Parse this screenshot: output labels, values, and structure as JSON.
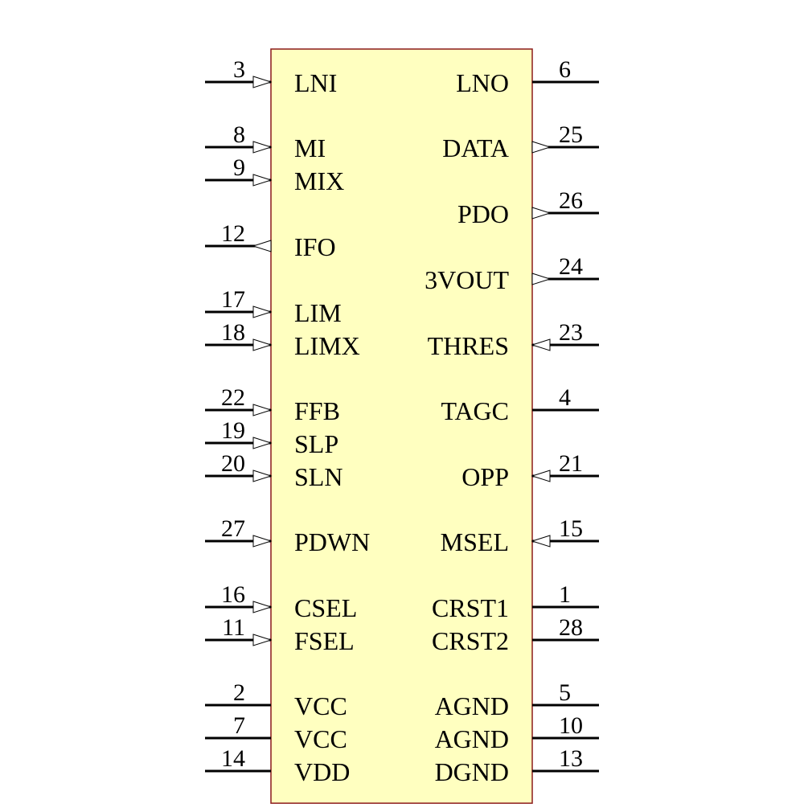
{
  "colors": {
    "body_fill": "#ffffc0",
    "body_stroke": "#8b1a1a",
    "line": "#000000"
  },
  "left_pins": [
    {
      "num": "3",
      "name": "LNI",
      "dir": "in"
    },
    {
      "num": "8",
      "name": "MI",
      "dir": "in"
    },
    {
      "num": "9",
      "name": "MIX",
      "dir": "in"
    },
    {
      "num": "12",
      "name": "IFO",
      "dir": "out"
    },
    {
      "num": "17",
      "name": "LIM",
      "dir": "in"
    },
    {
      "num": "18",
      "name": "LIMX",
      "dir": "in"
    },
    {
      "num": "22",
      "name": "FFB",
      "dir": "in"
    },
    {
      "num": "19",
      "name": "SLP",
      "dir": "in"
    },
    {
      "num": "20",
      "name": "SLN",
      "dir": "in"
    },
    {
      "num": "27",
      "name": "PDWN",
      "dir": "in"
    },
    {
      "num": "16",
      "name": "CSEL",
      "dir": "in"
    },
    {
      "num": "11",
      "name": "FSEL",
      "dir": "in"
    },
    {
      "num": "2",
      "name": "VCC",
      "dir": "none"
    },
    {
      "num": "7",
      "name": "VCC",
      "dir": "none"
    },
    {
      "num": "14",
      "name": "VDD",
      "dir": "none"
    }
  ],
  "right_pins": [
    {
      "num": "6",
      "name": "LNO",
      "dir": "none"
    },
    {
      "num": "25",
      "name": "DATA",
      "dir": "out"
    },
    {
      "num": "26",
      "name": "PDO",
      "dir": "out"
    },
    {
      "num": "24",
      "name": "3VOUT",
      "dir": "out"
    },
    {
      "num": "23",
      "name": "THRES",
      "dir": "in"
    },
    {
      "num": "4",
      "name": "TAGC",
      "dir": "none"
    },
    {
      "num": "21",
      "name": "OPP",
      "dir": "in"
    },
    {
      "num": "15",
      "name": "MSEL",
      "dir": "in"
    },
    {
      "num": "1",
      "name": "CRST1",
      "dir": "none"
    },
    {
      "num": "28",
      "name": "CRST2",
      "dir": "none"
    },
    {
      "num": "5",
      "name": "AGND",
      "dir": "none"
    },
    {
      "num": "10",
      "name": "AGND",
      "dir": "none"
    },
    {
      "num": "13",
      "name": "DGND",
      "dir": "none"
    }
  ]
}
